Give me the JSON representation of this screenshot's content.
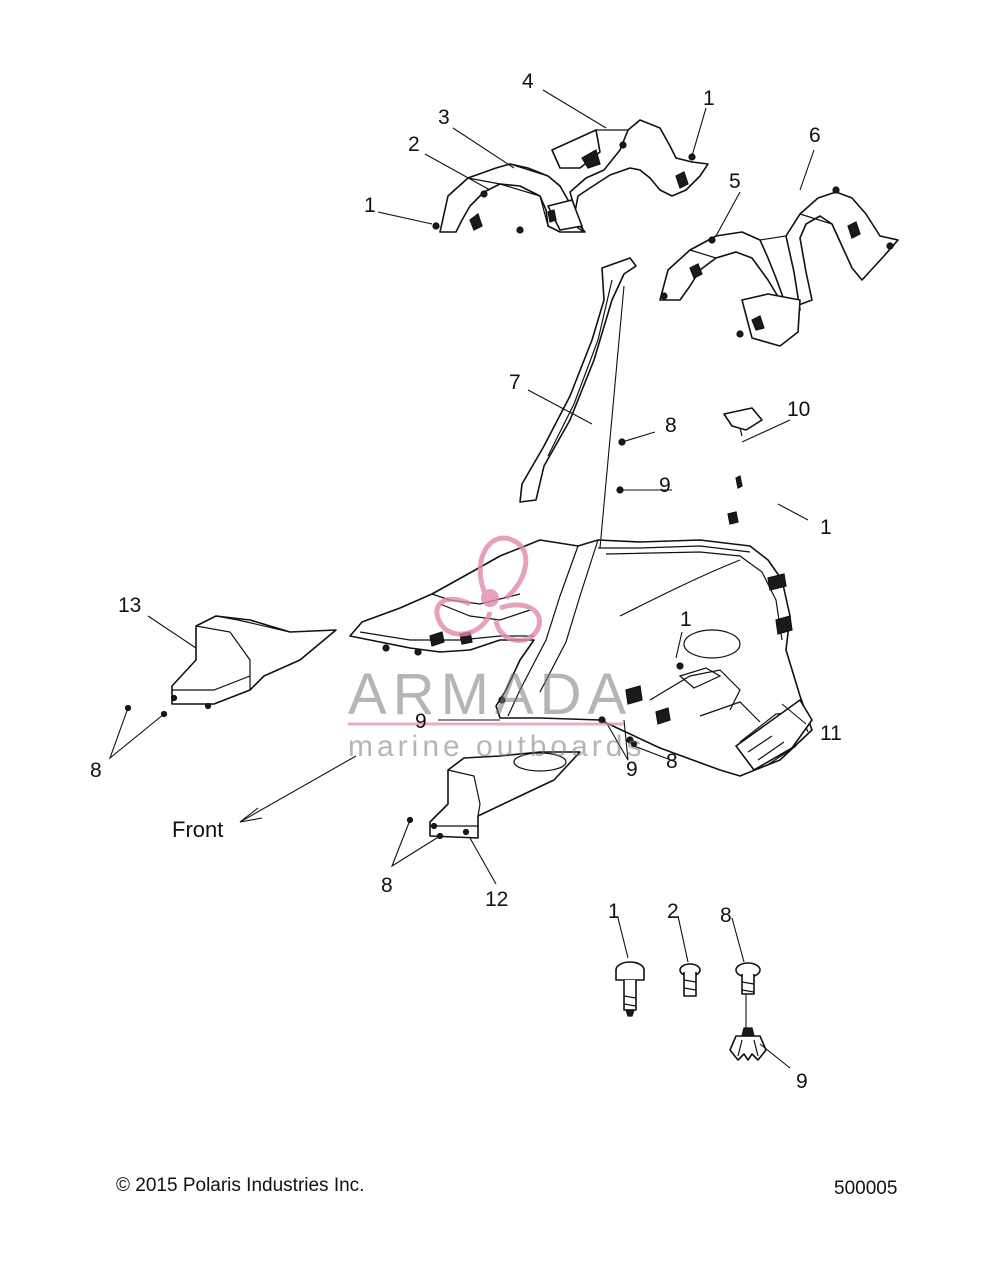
{
  "callouts": [
    {
      "id": "c-1a",
      "label": "1"
    },
    {
      "id": "c-4",
      "label": "4"
    },
    {
      "id": "c-3",
      "label": "3"
    },
    {
      "id": "c-2",
      "label": "2"
    },
    {
      "id": "c-1b",
      "label": "1"
    },
    {
      "id": "c-6",
      "label": "6"
    },
    {
      "id": "c-5",
      "label": "5"
    },
    {
      "id": "c-7",
      "label": "7"
    },
    {
      "id": "c-10",
      "label": "10"
    },
    {
      "id": "c-8a",
      "label": "8"
    },
    {
      "id": "c-9a",
      "label": "9"
    },
    {
      "id": "c-1c",
      "label": "1"
    },
    {
      "id": "c-13",
      "label": "13"
    },
    {
      "id": "c-1d",
      "label": "1"
    },
    {
      "id": "c-9b",
      "label": "9"
    },
    {
      "id": "c-11",
      "label": "11"
    },
    {
      "id": "c-8b",
      "label": "8"
    },
    {
      "id": "c-9c",
      "label": "9"
    },
    {
      "id": "c-8c",
      "label": "8"
    },
    {
      "id": "c-8d",
      "label": "8"
    },
    {
      "id": "c-12",
      "label": "12"
    },
    {
      "id": "c-1e",
      "label": "1"
    },
    {
      "id": "c-2b",
      "label": "2"
    },
    {
      "id": "c-8e",
      "label": "8"
    },
    {
      "id": "c-9d",
      "label": "9"
    }
  ],
  "front_label": "Front",
  "watermark": {
    "name": "ARMADA",
    "subtitle": "marine outboards",
    "color": "#e08ab0"
  },
  "footer": {
    "copyright": "© 2015 Polaris Industries Inc.",
    "diagram_number": "500005"
  }
}
